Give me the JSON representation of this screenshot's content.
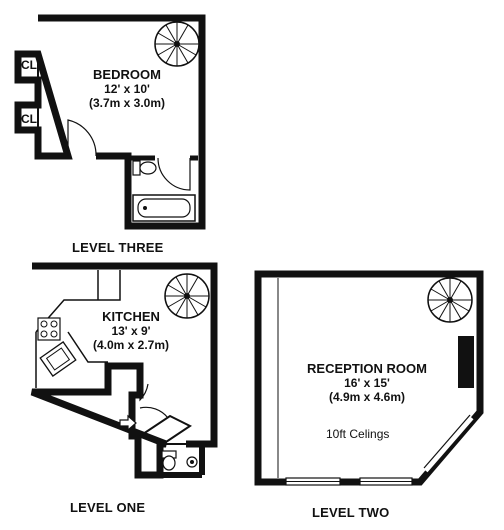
{
  "rooms": {
    "bedroom": {
      "name": "BEDROOM",
      "dim_imperial": "12' x 10'",
      "dim_metric": "(3.7m x 3.0m)"
    },
    "kitchen": {
      "name": "KITCHEN",
      "dim_imperial": "13' x 9'",
      "dim_metric": "(4.0m x 2.7m)"
    },
    "reception": {
      "name": "RECEPTION ROOM",
      "dim_imperial": "16' x 15'",
      "dim_metric": "(4.9m x 4.6m)",
      "note": "10ft Celings"
    }
  },
  "closets": {
    "cl1": "CL",
    "cl2": "CL"
  },
  "levels": {
    "three": "LEVEL THREE",
    "one": "LEVEL ONE",
    "two": "LEVEL TWO"
  }
}
